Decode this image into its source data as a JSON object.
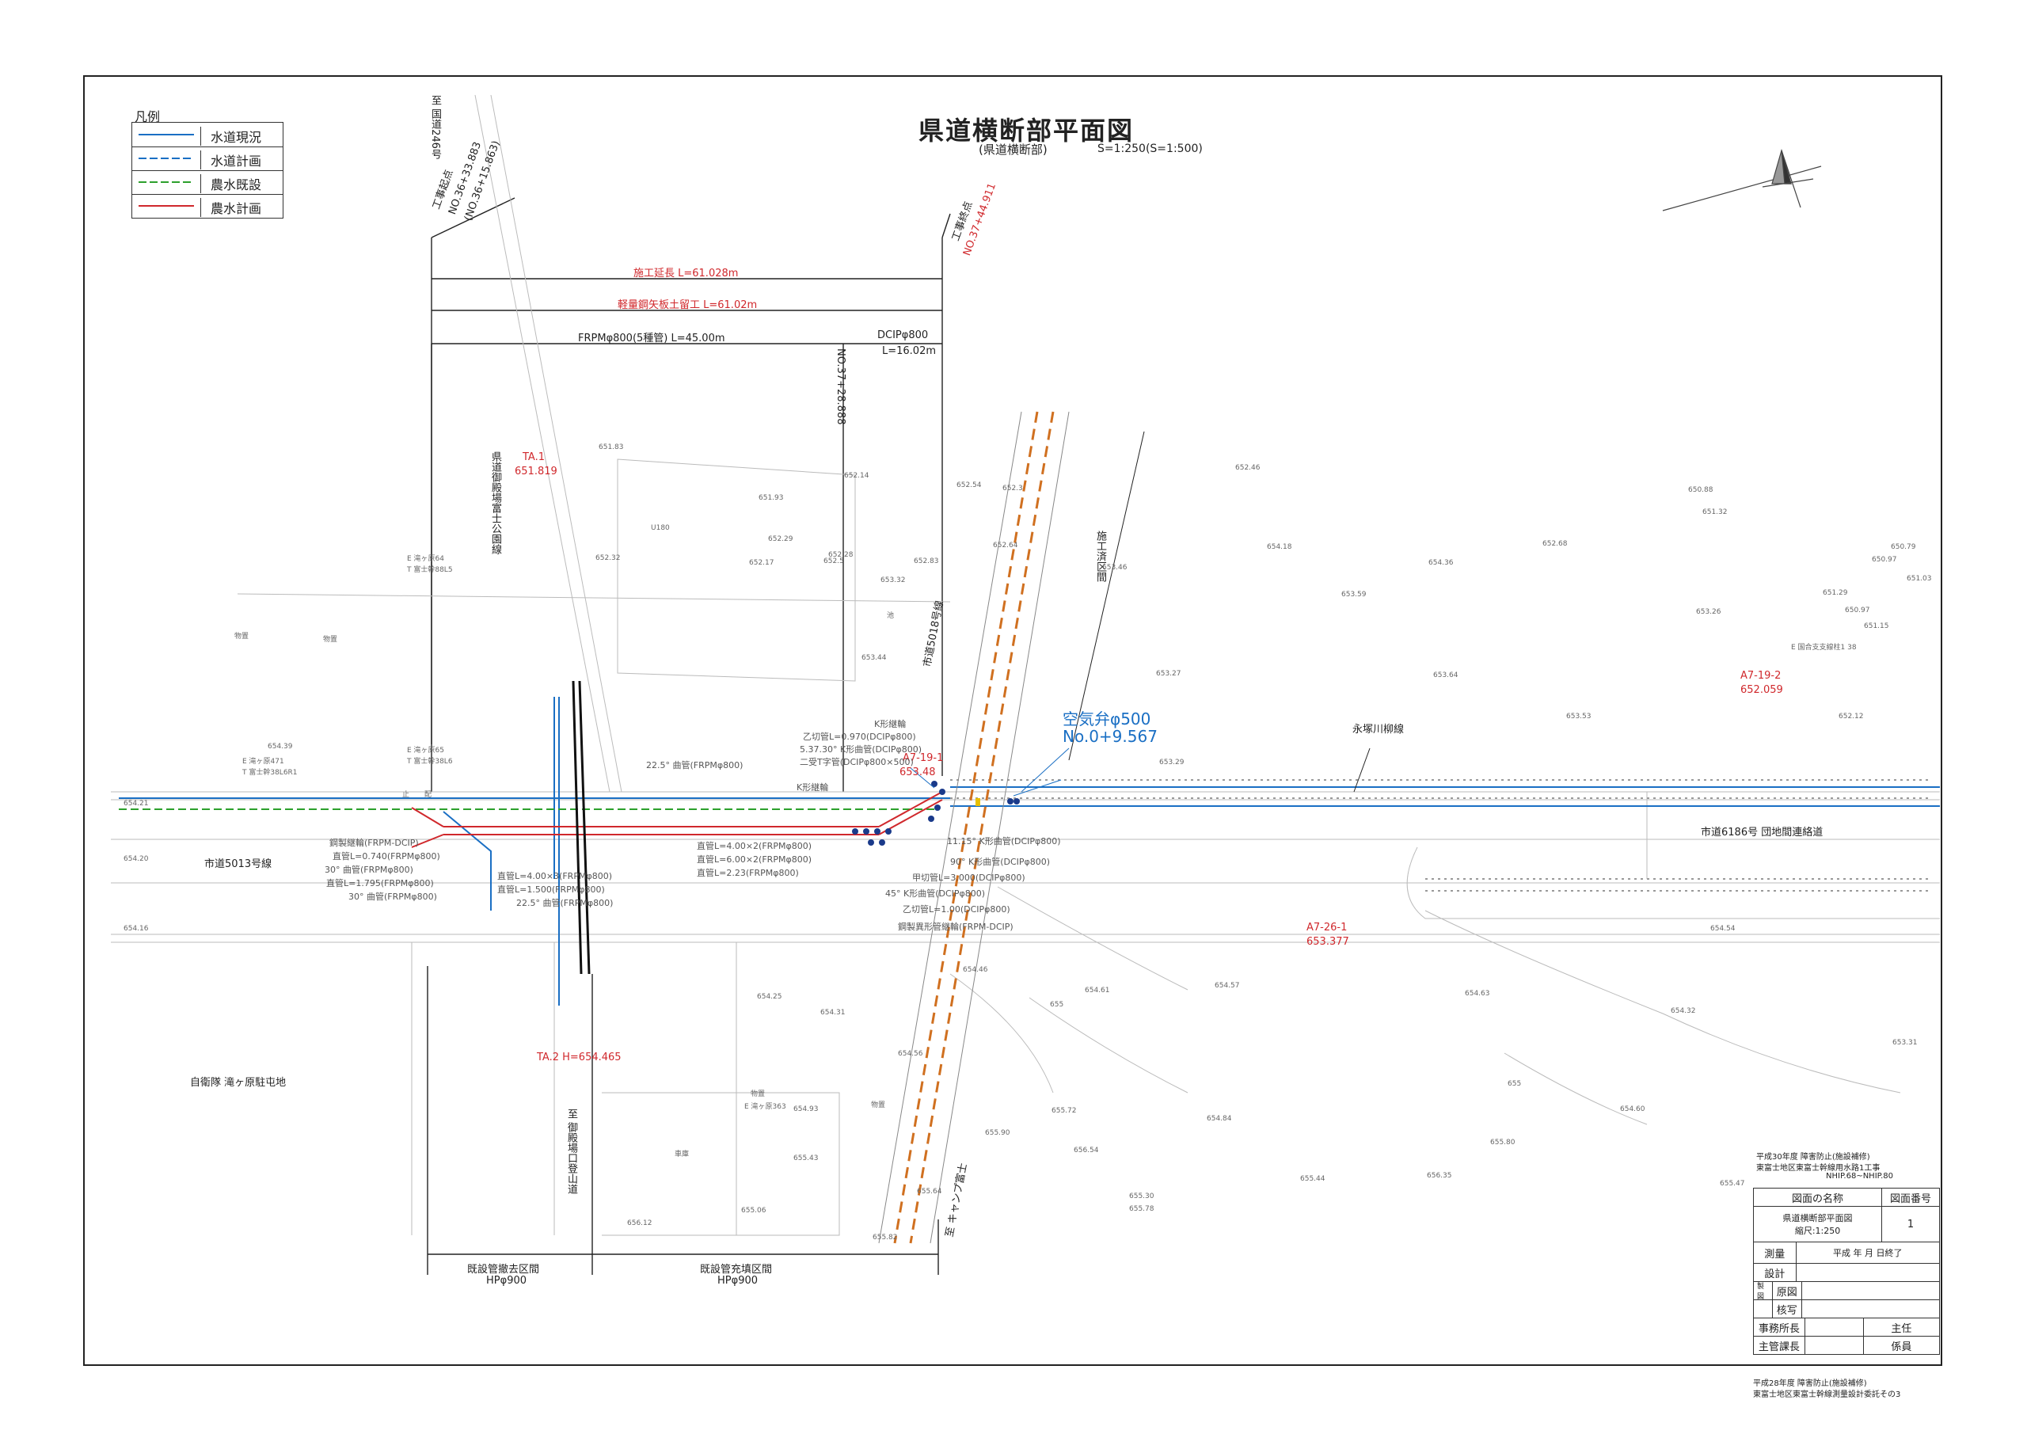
{
  "title": "県道横断部平面図",
  "subtitle": "(県道横断部)",
  "scale": "S=1:250(S=1:500)",
  "legend": {
    "heading": "凡例",
    "items": [
      {
        "label": "水道現況",
        "color": "#1a6fc4",
        "dash": false
      },
      {
        "label": "水道計画",
        "color": "#1a6fc4",
        "dash": true
      },
      {
        "label": "農水既設",
        "color": "#2ca02c",
        "dash": true
      },
      {
        "label": "農水計画",
        "color": "#d0282c",
        "dash": false
      }
    ]
  },
  "dimensions": {
    "start_label": "工事起点",
    "start_no": "NO.36+33.883",
    "start_no_alt": "(NO.36+15.863)",
    "end_label": "工事終点",
    "end_no": "NO.37+44.911",
    "construction_length": "施工延長 L=61.028m",
    "sheet_pile": "軽量鋼矢板土留工 L=61.02m",
    "frpm_segment": "FRPMφ800(5種管) L=45.00m",
    "dcip_segment": "DCIPφ800",
    "dcip_length": "L=16.02m",
    "mid_station": "NO.37+28.888"
  },
  "roads": {
    "route_246": "至 国道246号",
    "prefectural_road": "県道御殿場富士公園線",
    "city_road_5018": "市道5018号線",
    "city_road_5013": "市道5013号線",
    "city_road_6186": "市道6186号 団地間連絡道",
    "to_gotemba": "至 御殿場口登山道",
    "to_camp_fuji": "至 キャンプ富士",
    "nagatsuka": "永塚川柳線",
    "section_label": "施工済区間"
  },
  "points": {
    "ta1": "TA.1",
    "ta1_elev": "651.819",
    "ta2": "TA.2 H=654.465",
    "a7_19_1": "A7-19-1",
    "a7_19_1_elev": "653.48",
    "a7_19_2": "A7-19-2",
    "a7_19_2_elev": "652.059",
    "a7_26_1": "A7-26-1",
    "a7_26_1_elev": "653.377",
    "air_valve": "空気弁φ500",
    "air_valve_no": "No.0+9.567"
  },
  "pipe_notes_left": [
    "鋼製継輪(FRPM-DCIP)",
    "直管L=0.740(FRPMφ800)",
    "30° 曲管(FRPMφ800)",
    "直管L=1.795(FRPMφ800)",
    "30° 曲管(FRPMφ800)"
  ],
  "pipe_notes_mid": [
    "直管L=4.00×3(FRPMφ800)",
    "直管L=1.500(FRPMφ800)",
    "22.5° 曲管(FRPMφ800)"
  ],
  "pipe_notes_center": [
    "直管L=4.00×2(FRPMφ800)",
    "直管L=6.00×2(FRPMφ800)",
    "直管L=2.23(FRPMφ800)"
  ],
  "pipe_notes_top": [
    "22.5° 曲管(FRPMφ800)",
    "K形継輪",
    "乙切管L=0.970(DCIPφ800)",
    "5.37.30° K形曲管(DCIPφ800)",
    "二受T字管(DCIPφ800×500)",
    "K形継輪"
  ],
  "pipe_notes_right": [
    "11.15° K形曲管(DCIPφ800)",
    "90° K形曲管(DCIPφ800)",
    "甲切管L=3.000(DCIPφ800)",
    "45° K形曲管(DCIPφ800)",
    "乙切管L=1.00(DCIPφ800)",
    "鋼製異形管継輪(FRPM-DCIP)"
  ],
  "bottom_dims": {
    "removal": "既設管撤去区間",
    "removal_pipe": "HPφ900",
    "fill": "既設管充填区間",
    "fill_pipe": "HPφ900"
  },
  "areas": {
    "jsdf": "自衛隊 滝ヶ原駐屯地",
    "building1": "物置",
    "building2": "物置",
    "building3": "物置",
    "building4": "物置",
    "garage": "車庫",
    "pond": "池"
  },
  "markers": {
    "e_takigahara64": "E 滝ヶ原64",
    "t_fuji88": "T 富士幹88L5",
    "e_takigahara65": "E 滝ヶ原65",
    "t_fuji38": "T 富士幹38L6",
    "e_takigahara471": "E 滝ヶ原471",
    "t_fuji38l6r1": "T 富士幹38L6R1",
    "e_takigahara363": "E 滝ヶ原363",
    "e_kokai": "E 国合支支線柱1 38",
    "u180": "U180",
    "stop": "止",
    "mark2": "配"
  },
  "elevations": [
    "651.83",
    "651.93",
    "652.14",
    "652.54",
    "652.29",
    "652.17",
    "652.32",
    "652.28",
    "652.83",
    "652.5",
    "653.32",
    "653.44",
    "652.46",
    "654.18",
    "654.36",
    "652.68",
    "651.32",
    "650.88",
    "650.79",
    "650.97",
    "651.03",
    "651.29",
    "650.97",
    "651.15",
    "653.26",
    "653.46",
    "653.59",
    "653.27",
    "653.64",
    "653.53",
    "652.12",
    "653.29",
    "654.39",
    "654.21",
    "654.20",
    "654.16",
    "654.46",
    "654.25",
    "654.31",
    "654.61",
    "654.57",
    "654.63",
    "654.54",
    "654.32",
    "653.31",
    "654.56",
    "654.93",
    "655.72",
    "654.84",
    "654.60",
    "655.90",
    "656.54",
    "655.80",
    "655.43",
    "655.44",
    "656.35",
    "655.47",
    "655.30",
    "655.78",
    "655.64",
    "655.06",
    "655.82",
    "656.12",
    "655",
    "655",
    "652.64",
    "652.3"
  ],
  "title_block": {
    "header1": "平成30年度 障害防止(施設補修)",
    "header2": "東富士地区東富士幹線用水路1工事",
    "header3": "NHIP.68~NHIP.80",
    "col_name": "図面の名称",
    "col_no": "図面番号",
    "drawing_name": "県道横断部平面図",
    "drawing_scale": "縮尺:1:250",
    "drawing_no": "1",
    "survey": "測量",
    "survey_date": "平成 年 月 日終了",
    "design": "設計",
    "seizu": "製図",
    "genzu": "原図",
    "kisha": "核写",
    "office_chief": "事務所長",
    "chief": "主任",
    "manager": "主管課長",
    "staff": "係員",
    "footer1": "平成28年度 障害防止(施設補修)",
    "footer2": "東富士地区東富士幹線測量設計委託その3"
  }
}
